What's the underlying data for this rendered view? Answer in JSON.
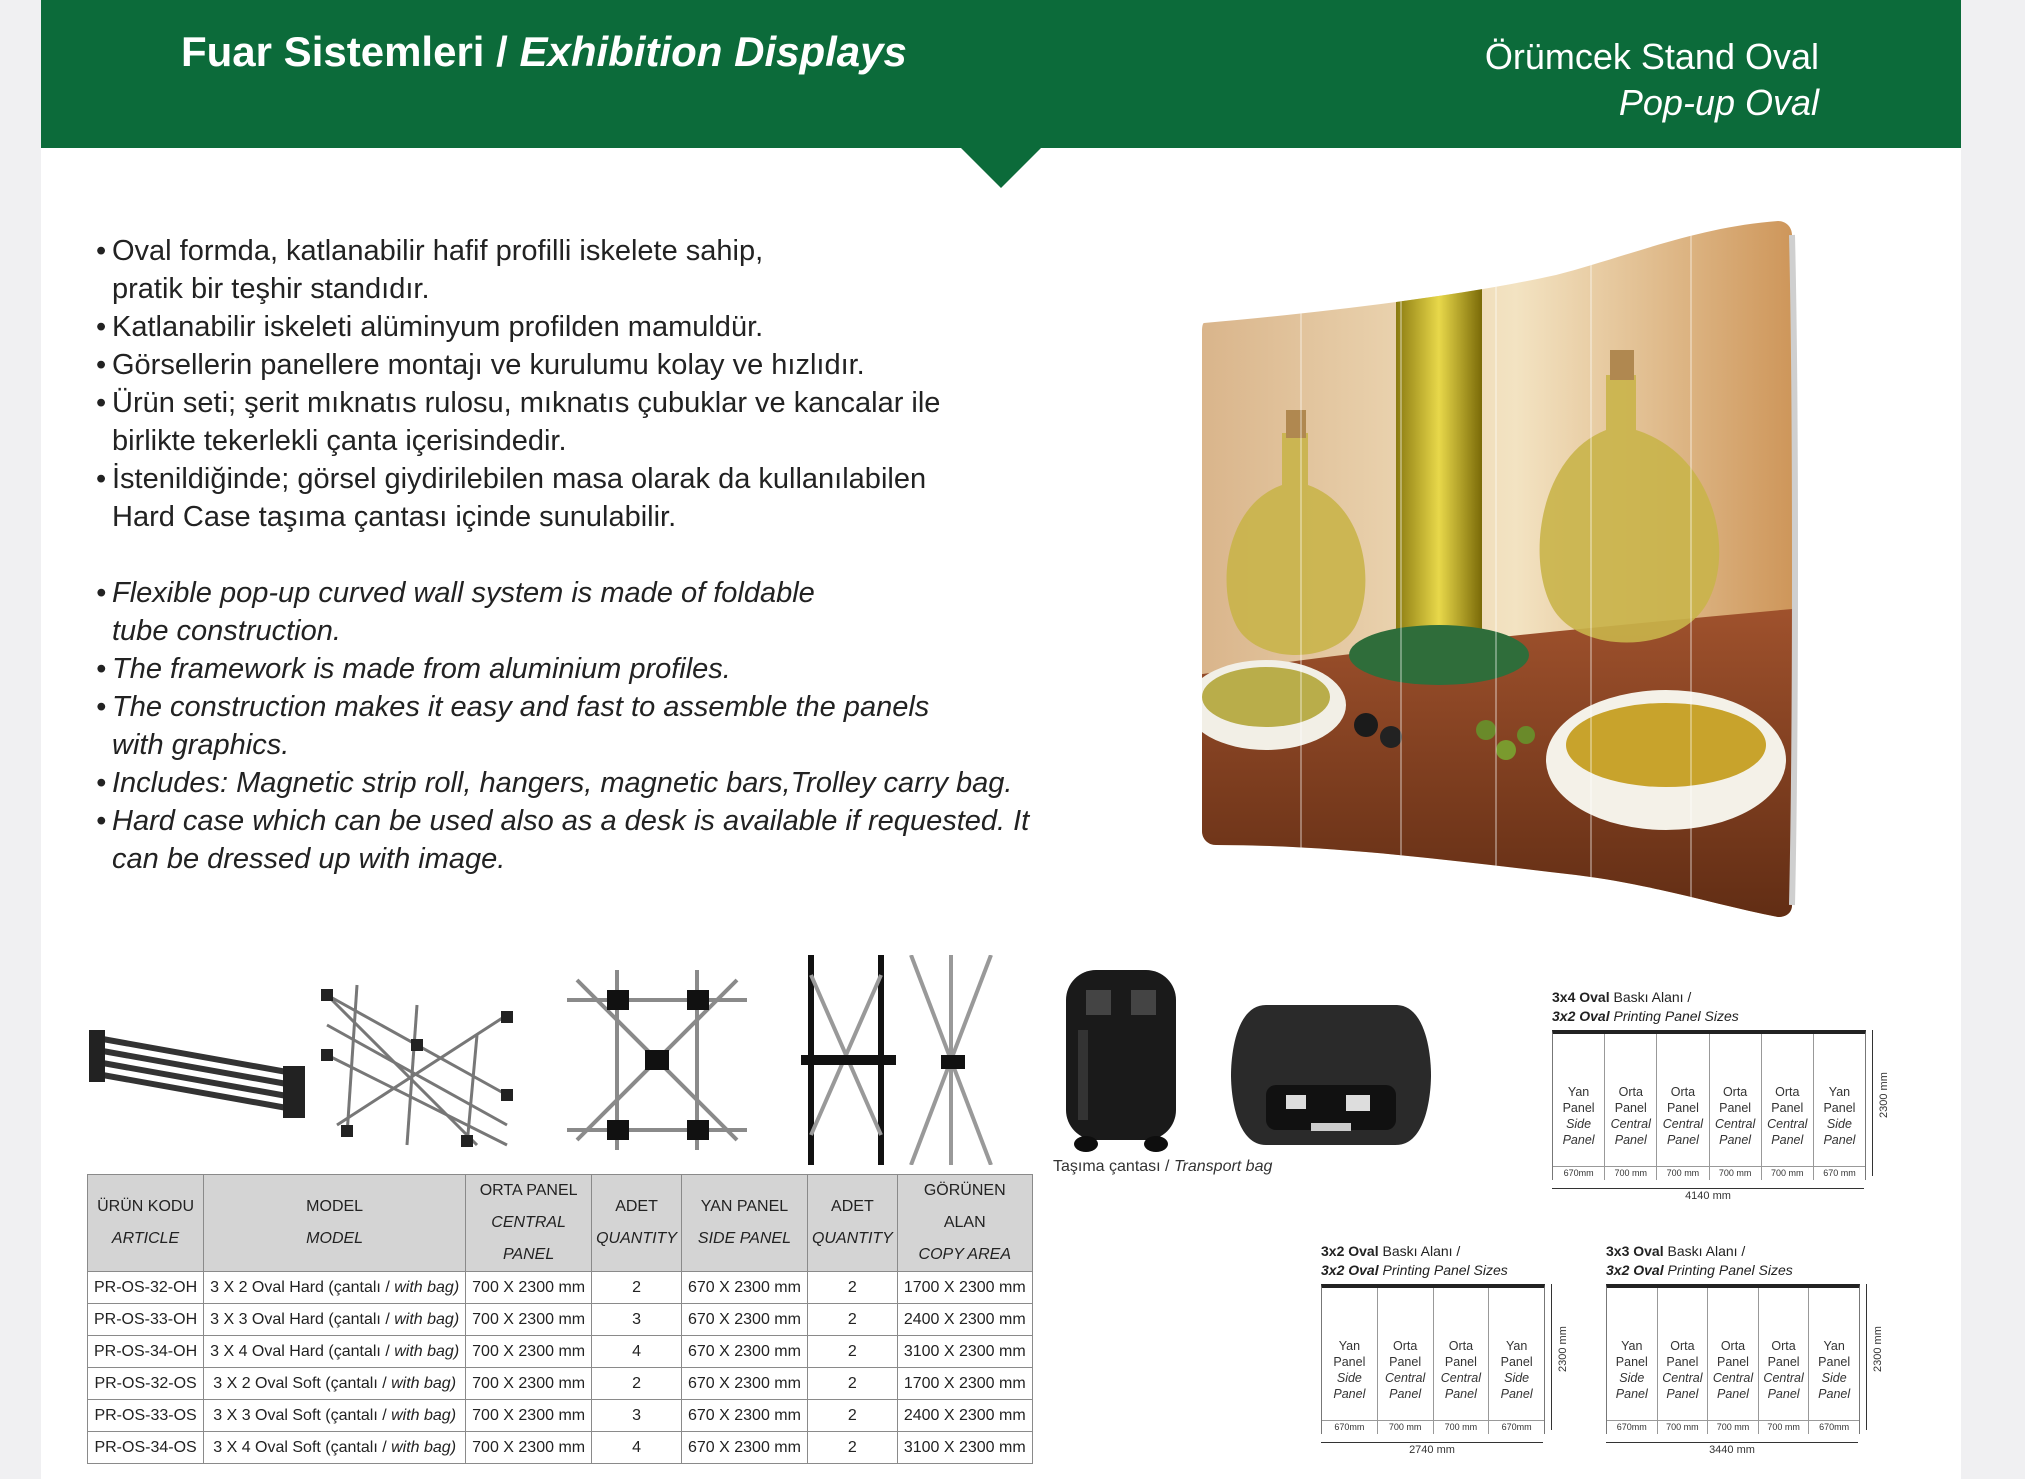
{
  "header": {
    "title_tr": "Fuar Sistemleri /",
    "title_en": "Exhibition Displays",
    "product_tr": "Örümcek Stand Oval",
    "product_en": "Pop-up Oval"
  },
  "colors": {
    "brand_green": "#0c6b3a",
    "table_header_bg": "#d4d4d4"
  },
  "bullets_tr": [
    [
      "Oval formda, katlanabilir hafif profilli iskelete sahip,",
      "pratik bir teşhir standıdır."
    ],
    [
      "Katlanabilir iskeleti alüminyum profilden mamuldür."
    ],
    [
      "Görsellerin panellere montajı ve kurulumu kolay ve hızlıdır."
    ],
    [
      "Ürün seti; şerit mıknatıs rulosu, mıknatıs çubuklar ve kancalar ile",
      "birlikte tekerlekli çanta içerisindedir."
    ],
    [
      "İstenildiğinde; görsel giydirilebilen masa olarak da kullanılabilen",
      "Hard Case taşıma çantası içinde sunulabilir."
    ]
  ],
  "bullets_en": [
    [
      "Flexible pop-up curved wall system is made of foldable",
      "tube construction."
    ],
    [
      "The framework is made from aluminium profiles."
    ],
    [
      "The construction makes it easy and fast to assemble the panels",
      "with graphics."
    ],
    [
      "Includes: Magnetic strip roll, hangers, magnetic bars,Trolley carry bag."
    ],
    [
      "Hard case which can be used also as a desk is available if requested. It",
      "can be dressed up with image."
    ]
  ],
  "transport_caption": {
    "tr": "Taşıma çantası /",
    "en": "Transport bag"
  },
  "table": {
    "headers": [
      {
        "tr": "ÜRÜN KODU",
        "en": "ARTICLE"
      },
      {
        "tr": "MODEL",
        "en": "MODEL"
      },
      {
        "tr": "ORTA PANEL",
        "en": "CENTRAL PANEL"
      },
      {
        "tr": "ADET",
        "en": "QUANTITY"
      },
      {
        "tr": "YAN PANEL",
        "en": "SIDE PANEL"
      },
      {
        "tr": "ADET",
        "en": "QUANTITY"
      },
      {
        "tr": "GÖRÜNEN ALAN",
        "en": "COPY AREA"
      }
    ],
    "rows": [
      {
        "code": "PR-OS-32-OH",
        "model": "3 X 2 Oval Hard (çantalı /",
        "model_en": "with bag)",
        "central": "700 X 2300 mm",
        "cq": "2",
        "side": "670 X 2300 mm",
        "sq": "2",
        "area": "1700 X 2300 mm"
      },
      {
        "code": "PR-OS-33-OH",
        "model": "3 X 3 Oval Hard (çantalı /",
        "model_en": "with bag)",
        "central": "700 X 2300 mm",
        "cq": "3",
        "side": "670 X 2300 mm",
        "sq": "2",
        "area": "2400 X 2300 mm"
      },
      {
        "code": "PR-OS-34-OH",
        "model": "3 X 4 Oval Hard (çantalı /",
        "model_en": "with bag)",
        "central": "700 X 2300 mm",
        "cq": "4",
        "side": "670 X 2300 mm",
        "sq": "2",
        "area": "3100 X 2300 mm"
      },
      {
        "code": "PR-OS-32-OS",
        "model": "3 X 2 Oval Soft (çantalı /",
        "model_en": "with bag)",
        "central": "700 X 2300 mm",
        "cq": "2",
        "side": "670 X 2300 mm",
        "sq": "2",
        "area": "1700 X 2300 mm"
      },
      {
        "code": "PR-OS-33-OS",
        "model": "3 X 3 Oval Soft (çantalı /",
        "model_en": "with bag)",
        "central": "700 X 2300 mm",
        "cq": "3",
        "side": "670 X 2300 mm",
        "sq": "2",
        "area": "2400 X 2300 mm"
      },
      {
        "code": "PR-OS-34-OS",
        "model": "3 X 4 Oval Soft (çantalı /",
        "model_en": "with bag)",
        "central": "700 X 2300 mm",
        "cq": "4",
        "side": "670 X 2300 mm",
        "sq": "2",
        "area": "3100 X 2300 mm"
      }
    ]
  },
  "diagrams": [
    {
      "title_bold": "3x4 Oval",
      "title_rest": " Baskı Alanı /",
      "title2_bold": "3x2 Oval",
      "title2_rest": " Printing Panel Sizes",
      "panels": [
        {
          "l1": "Yan",
          "l2": "Panel",
          "l3": "Side",
          "l4": "Panel",
          "w": "670mm"
        },
        {
          "l1": "Orta",
          "l2": "Panel",
          "l3": "Central",
          "l4": "Panel",
          "w": "700 mm"
        },
        {
          "l1": "Orta",
          "l2": "Panel",
          "l3": "Central",
          "l4": "Panel",
          "w": "700 mm"
        },
        {
          "l1": "Orta",
          "l2": "Panel",
          "l3": "Central",
          "l4": "Panel",
          "w": "700 mm"
        },
        {
          "l1": "Orta",
          "l2": "Panel",
          "l3": "Central",
          "l4": "Panel",
          "w": "700 mm"
        },
        {
          "l1": "Yan",
          "l2": "Panel",
          "l3": "Side",
          "l4": "Panel",
          "w": "670 mm"
        }
      ],
      "width": "4140 mm",
      "height": "2300 mm"
    },
    {
      "title_bold": "3x2 Oval",
      "title_rest": " Baskı Alanı /",
      "title2_bold": "3x2 Oval",
      "title2_rest": " Printing Panel Sizes",
      "panels": [
        {
          "l1": "Yan",
          "l2": "Panel",
          "l3": "Side",
          "l4": "Panel",
          "w": "670mm"
        },
        {
          "l1": "Orta",
          "l2": "Panel",
          "l3": "Central",
          "l4": "Panel",
          "w": "700 mm"
        },
        {
          "l1": "Orta",
          "l2": "Panel",
          "l3": "Central",
          "l4": "Panel",
          "w": "700 mm"
        },
        {
          "l1": "Yan",
          "l2": "Panel",
          "l3": "Side",
          "l4": "Panel",
          "w": "670mm"
        }
      ],
      "width": "2740 mm",
      "height": "2300 mm"
    },
    {
      "title_bold": "3x3 Oval",
      "title_rest": " Baskı Alanı /",
      "title2_bold": "3x2 Oval",
      "title2_rest": " Printing Panel Sizes",
      "panels": [
        {
          "l1": "Yan",
          "l2": "Panel",
          "l3": "Side",
          "l4": "Panel",
          "w": "670mm"
        },
        {
          "l1": "Orta",
          "l2": "Panel",
          "l3": "Central",
          "l4": "Panel",
          "w": "700 mm"
        },
        {
          "l1": "Orta",
          "l2": "Panel",
          "l3": "Central",
          "l4": "Panel",
          "w": "700 mm"
        },
        {
          "l1": "Orta",
          "l2": "Panel",
          "l3": "Central",
          "l4": "Panel",
          "w": "700 mm"
        },
        {
          "l1": "Yan",
          "l2": "Panel",
          "l3": "Side",
          "l4": "Panel",
          "w": "670mm"
        }
      ],
      "width": "3440 mm",
      "height": "2300 mm"
    }
  ]
}
